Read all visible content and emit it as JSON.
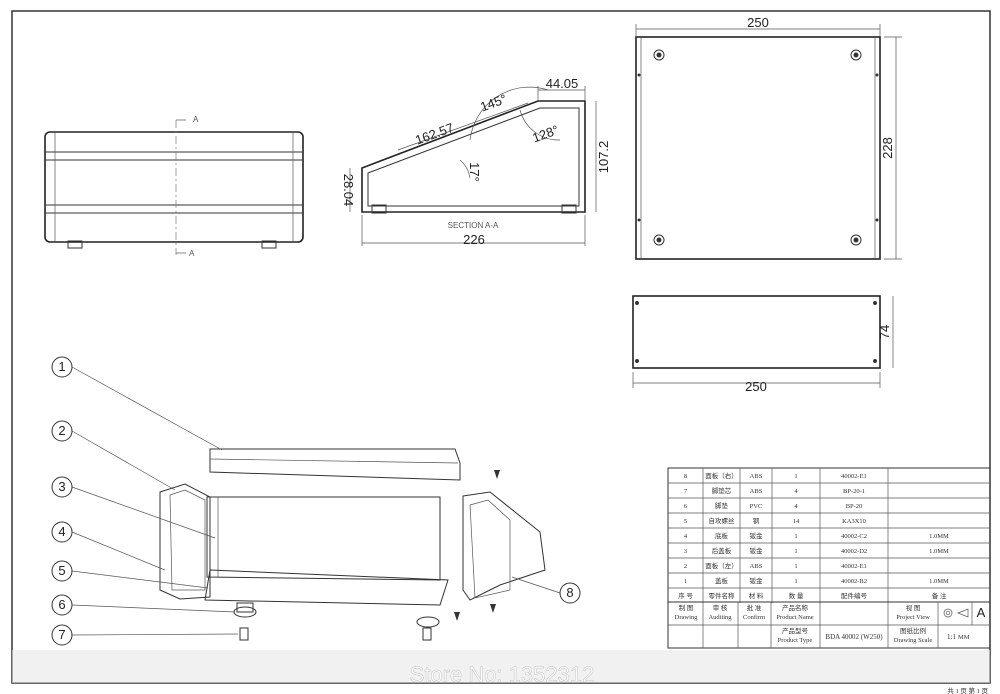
{
  "dimensions": {
    "top_width": "250",
    "top_height": "228",
    "front_width": "250",
    "front_height": "74",
    "section_width": "226",
    "section_height": "107.2",
    "section_left_height": "28.04",
    "top_length": "44.05",
    "slope_length": "162.57",
    "angle_top": "145°",
    "angle_right": "128°",
    "angle_slope": "17°",
    "section_label": "SECTION A-A",
    "section_marker": "A",
    "section_marker_bottom": "A"
  },
  "callouts": [
    "1",
    "2",
    "3",
    "4",
    "5",
    "6",
    "7",
    "8"
  ],
  "parts_table": {
    "rows": [
      {
        "no": "8",
        "name": "面板（右）",
        "material": "ABS",
        "qty": "1",
        "code": "40002-E1",
        "note": ""
      },
      {
        "no": "7",
        "name": "脚垫芯",
        "material": "ABS",
        "qty": "4",
        "code": "BP-20-1",
        "note": ""
      },
      {
        "no": "6",
        "name": "脚垫",
        "material": "PVC",
        "qty": "4",
        "code": "BP-20",
        "note": ""
      },
      {
        "no": "5",
        "name": "自攻螺丝",
        "material": "钢",
        "qty": "14",
        "code": "KA3X10",
        "note": ""
      },
      {
        "no": "4",
        "name": "底板",
        "material": "钣金",
        "qty": "1",
        "code": "40002-C2",
        "note": "1.0MM"
      },
      {
        "no": "3",
        "name": "后盖板",
        "material": "钣金",
        "qty": "1",
        "code": "40002-D2",
        "note": "1.0MM"
      },
      {
        "no": "2",
        "name": "面板（左）",
        "material": "ABS",
        "qty": "1",
        "code": "40002-E1",
        "note": ""
      },
      {
        "no": "1",
        "name": "盖板",
        "material": "钣金",
        "qty": "1",
        "code": "40002-B2",
        "note": "1.0MM"
      }
    ],
    "header": {
      "no": "序 号",
      "name": "零件名称",
      "material": "材 料",
      "qty": "数 量",
      "code": "配件编号",
      "note": "备 注"
    }
  },
  "title_block": {
    "drawing_cn": "制 图",
    "drawing_en": "Drawing",
    "auditing_cn": "审 核",
    "auditing_en": "Auditing",
    "confirm_cn": "批 准",
    "confirm_en": "Confirm",
    "product_name_cn": "产品名称",
    "product_name_en": "Product Name",
    "project_view_cn": "视 图",
    "project_view_en": "Project View",
    "revision": "A",
    "product_type_cn": "产品型号",
    "product_type_en": "Product Type",
    "product_type_value": "BDA 40002 (W250)",
    "scale_cn": "图纸比例",
    "scale_en": "Drawing Scale",
    "scale_value": "1:1",
    "unit": "MM"
  },
  "watermark": "Store No: 1352312",
  "footer_note": "共 1 页  第 1 页"
}
